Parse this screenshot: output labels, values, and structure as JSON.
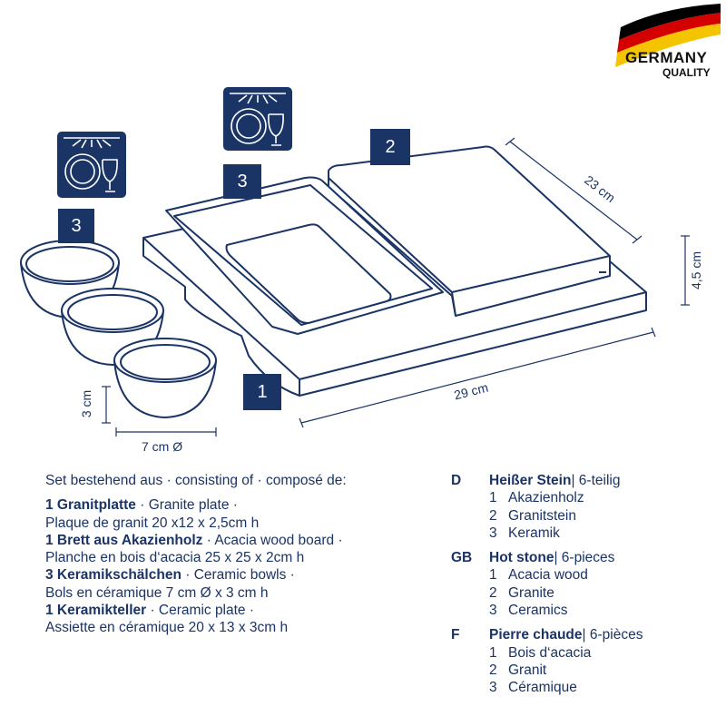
{
  "logo": {
    "line1": "GERMANY",
    "line2": "QUALITY",
    "colors": [
      "#000000",
      "#d40000",
      "#f4c400"
    ]
  },
  "icons": [
    "dishwasher-safe-icon",
    "dishwasher-safe-icon"
  ],
  "callouts": {
    "bowls": "3",
    "plate": "3",
    "stone": "2",
    "board": "1"
  },
  "dimensions": {
    "stone_length": "23 cm",
    "stone_height": "4,5 cm",
    "board_length": "29 cm",
    "bowl_height": "3 cm",
    "bowl_diameter": "7 cm Ø"
  },
  "description": {
    "intro": "Set bestehend aus · consisting of · composé de:",
    "items": [
      {
        "bold": "1 Granitplatte",
        "rest": " · Granite plate ·",
        "line2": "Plaque de granit 20 x12 x 2,5cm h"
      },
      {
        "bold": "1 Brett aus Akazienholz",
        "rest": " · Acacia wood board ·",
        "line2": "Planche en bois d‘acacia 25 x 25 x 2cm h"
      },
      {
        "bold": "3 Keramikschälchen",
        "rest": " · Ceramic bowls ·",
        "line2": "Bols en céramique 7 cm Ø x 3 cm h"
      },
      {
        "bold": "1 Keramikteller",
        "rest": " · Ceramic plate ·",
        "line2": "Assiette en céramique 20 x 13 x 3cm h"
      }
    ]
  },
  "languages": [
    {
      "code": "D",
      "title": "Heißer Stein",
      "suffix": " | 6-teilig",
      "items": [
        {
          "n": "1",
          "label": "Akazienholz"
        },
        {
          "n": "2",
          "label": "Granitstein"
        },
        {
          "n": "3",
          "label": "Keramik"
        }
      ]
    },
    {
      "code": "GB",
      "title": "Hot stone",
      "suffix": " | 6-pieces",
      "items": [
        {
          "n": "1",
          "label": "Acacia wood"
        },
        {
          "n": "2",
          "label": "Granite"
        },
        {
          "n": "3",
          "label": "Ceramics"
        }
      ]
    },
    {
      "code": "F",
      "title": "Pierre chaude",
      "suffix": " | 6-pièces",
      "items": [
        {
          "n": "1",
          "label": "Bois d‘acacia"
        },
        {
          "n": "2",
          "label": "Granit"
        },
        {
          "n": "3",
          "label": "Céramique"
        }
      ]
    }
  ],
  "colors": {
    "navy": "#1a3466",
    "background": "#ffffff"
  }
}
